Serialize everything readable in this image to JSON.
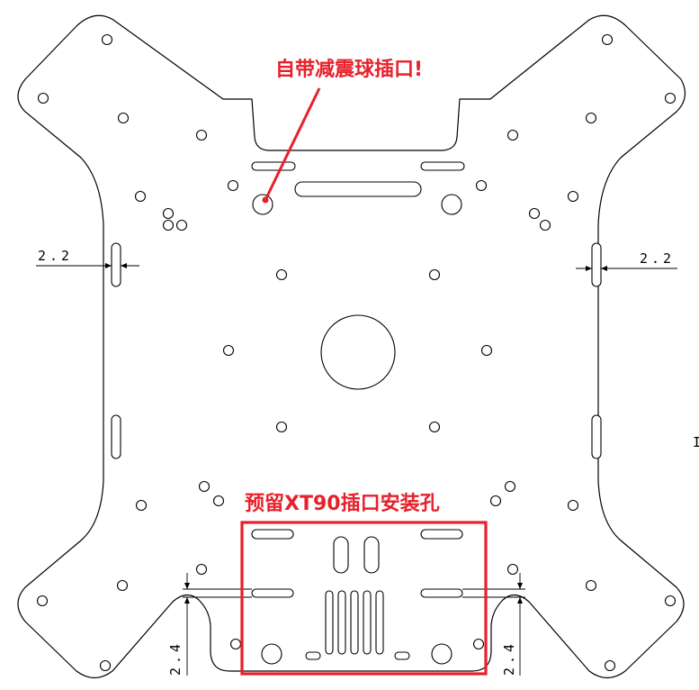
{
  "annotations": {
    "shock_ball_callout": "自带减震球插口!",
    "xt90_callout": "预留XT90插口安装孔"
  },
  "dimensions": {
    "left_slot_gap": "2.2",
    "right_slot_gap": "2.2",
    "left_bottom_offset": "2.4",
    "right_bottom_offset": "2.4",
    "edge_fragment": "I"
  },
  "colors": {
    "annotation_red": "#e8202a",
    "line": "#000000",
    "background": "#ffffff"
  }
}
